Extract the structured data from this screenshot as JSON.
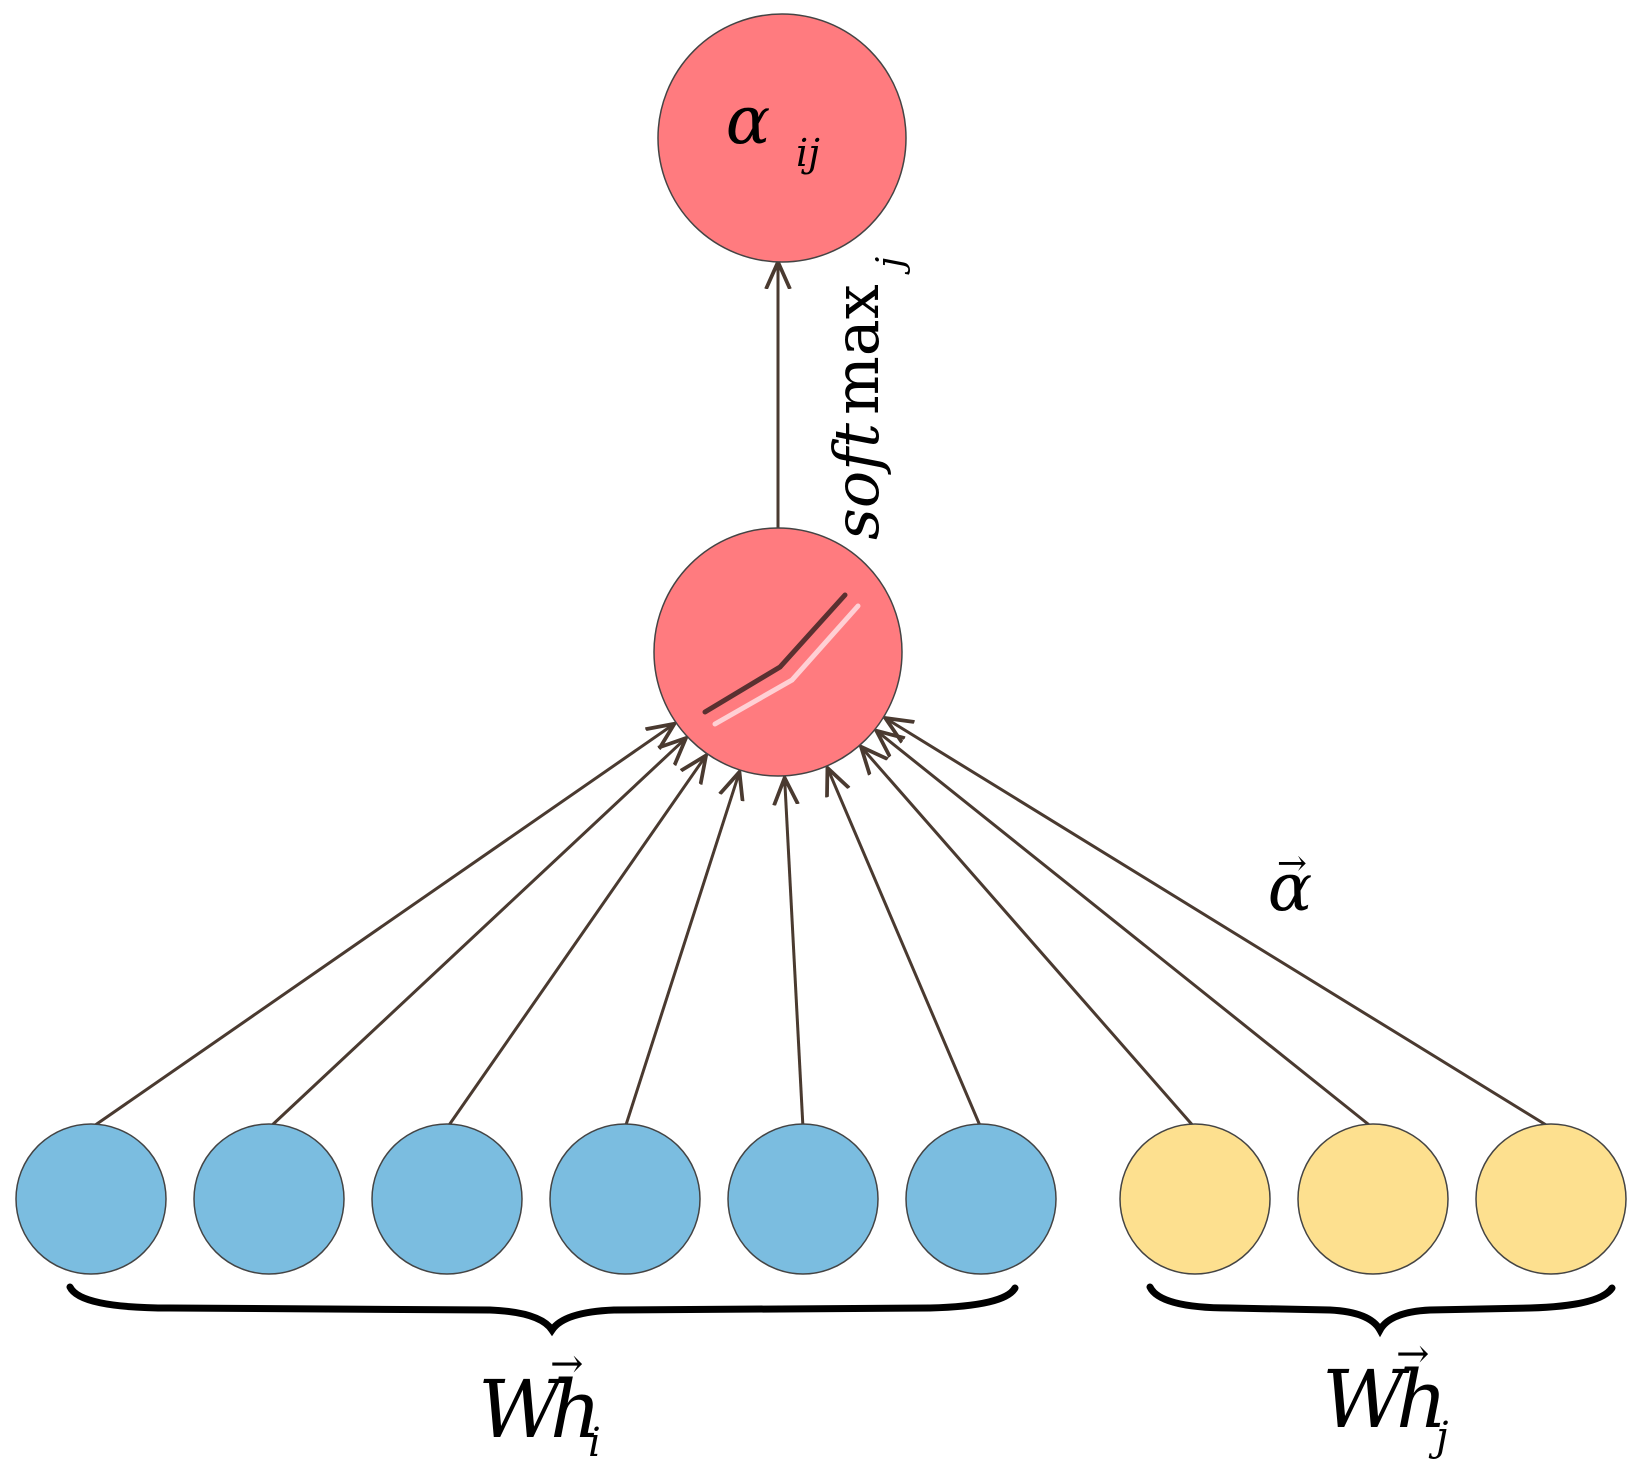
{
  "colors": {
    "output_node": "#ff7b7f",
    "attention_node": "#ff7b7f",
    "wh_i_node": "#7bbde0",
    "wh_j_node": "#fde08f",
    "edge": "#4a3a30",
    "relu_dark": "#5a3030",
    "relu_light": "#ffd0d4"
  },
  "output_node": {
    "symbol": "α",
    "subscript": "ij"
  },
  "softmax_label": {
    "text_italic": "soft",
    "text_upright": "max",
    "subscript": "j"
  },
  "attention_vector_label": {
    "symbol": "α",
    "accent": "→"
  },
  "attention_node": {
    "icon": "relu-icon"
  },
  "groups": [
    {
      "id": "wh_i",
      "count": 6,
      "label": {
        "prefix": "W",
        "symbol": "h",
        "accent": "→",
        "subscript": "i"
      }
    },
    {
      "id": "wh_j",
      "count": 3,
      "label": {
        "prefix": "W",
        "symbol": "h",
        "accent": "→",
        "subscript": "j"
      }
    }
  ]
}
